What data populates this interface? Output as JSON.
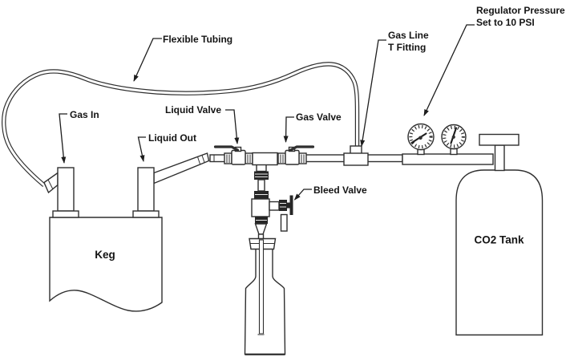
{
  "diagram": {
    "type": "equipment-schematic",
    "labels": {
      "flexible_tubing": "Flexible Tubing",
      "gas_in": "Gas In",
      "liquid_out": "Liquid Out",
      "liquid_valve": "Liquid Valve",
      "gas_valve": "Gas Valve",
      "gas_line_fitting_line1": "Gas Line",
      "gas_line_fitting_line2": "T Fitting",
      "regulator_line1": "Regulator Pressure",
      "regulator_line2": "Set to 10 PSI",
      "bleed_valve": "Bleed Valve"
    },
    "equipment": {
      "keg": "Keg",
      "co2_tank": "CO2 Tank"
    },
    "colors": {
      "line": "#2f2f2f",
      "text": "#141414",
      "background": "#ffffff"
    }
  }
}
